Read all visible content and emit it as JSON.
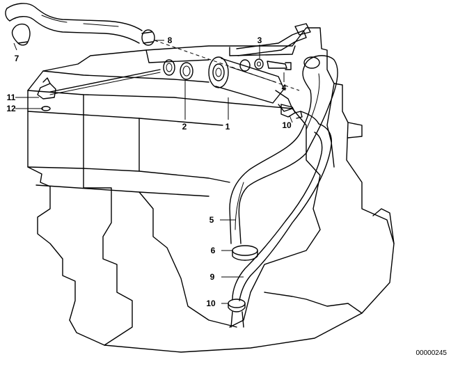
{
  "diagram": {
    "drawing_code": "00000245",
    "callouts": [
      {
        "id": "c1",
        "text": "1"
      },
      {
        "id": "c2",
        "text": "2"
      },
      {
        "id": "c3",
        "text": "3"
      },
      {
        "id": "c4",
        "text": "4"
      },
      {
        "id": "c5",
        "text": "5"
      },
      {
        "id": "c6",
        "text": "6"
      },
      {
        "id": "c7",
        "text": "7"
      },
      {
        "id": "c8",
        "text": "8"
      },
      {
        "id": "c9",
        "text": "9"
      },
      {
        "id": "c10a",
        "text": "10"
      },
      {
        "id": "c10b",
        "text": "10"
      },
      {
        "id": "c11",
        "text": "11"
      },
      {
        "id": "c12",
        "text": "12"
      }
    ]
  }
}
